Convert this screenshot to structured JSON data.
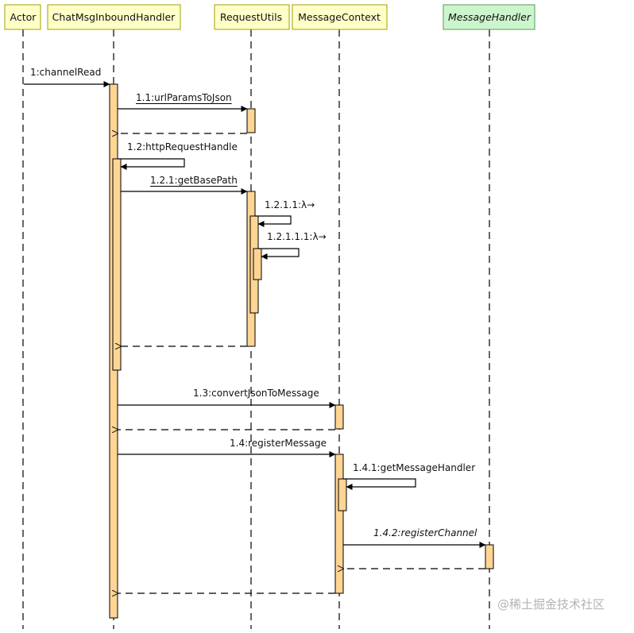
{
  "colors": {
    "participant_fill": "#ffffc8",
    "participant_fill_interface": "#cdf5cd",
    "participant_stroke": "#a0a000",
    "participant_stroke_interface": "#5a9a5a",
    "activation_fill": "#ffd594",
    "line": "#000000"
  },
  "participants": [
    {
      "id": "actor",
      "label": "Actor",
      "kind": "actor"
    },
    {
      "id": "chat",
      "label": "ChatMsgInboundHandler",
      "kind": "class"
    },
    {
      "id": "req",
      "label": "RequestUtils",
      "kind": "class"
    },
    {
      "id": "ctx",
      "label": "MessageContext",
      "kind": "class"
    },
    {
      "id": "mh",
      "label": "MessageHandler",
      "kind": "interface"
    }
  ],
  "messages": [
    {
      "label": "1:channelRead",
      "from": "actor",
      "to": "chat",
      "type": "call"
    },
    {
      "label": "1.1:urlParamsToJson",
      "from": "chat",
      "to": "req",
      "type": "call",
      "underline": true
    },
    {
      "label": "",
      "from": "req",
      "to": "chat",
      "type": "return"
    },
    {
      "label": "1.2:httpRequestHandle",
      "from": "chat",
      "to": "chat",
      "type": "self"
    },
    {
      "label": "1.2.1:getBasePath",
      "from": "chat",
      "to": "req",
      "type": "call",
      "underline": true
    },
    {
      "label": "1.2.1.1:λ→",
      "from": "req",
      "to": "req",
      "type": "self"
    },
    {
      "label": "1.2.1.1.1:λ→",
      "from": "req",
      "to": "req",
      "type": "self"
    },
    {
      "label": "",
      "from": "req",
      "to": "chat",
      "type": "return"
    },
    {
      "label": "1.3:convertJsonToMessage",
      "from": "chat",
      "to": "ctx",
      "type": "call"
    },
    {
      "label": "",
      "from": "ctx",
      "to": "chat",
      "type": "return"
    },
    {
      "label": "1.4:registerMessage",
      "from": "chat",
      "to": "ctx",
      "type": "call"
    },
    {
      "label": "1.4.1:getMessageHandler",
      "from": "ctx",
      "to": "ctx",
      "type": "self"
    },
    {
      "label": "1.4.2:registerChannel",
      "from": "ctx",
      "to": "mh",
      "type": "call",
      "italic": true
    },
    {
      "label": "",
      "from": "mh",
      "to": "ctx",
      "type": "return"
    },
    {
      "label": "",
      "from": "ctx",
      "to": "chat",
      "type": "return"
    }
  ],
  "watermark": "@稀土掘金技术社区"
}
